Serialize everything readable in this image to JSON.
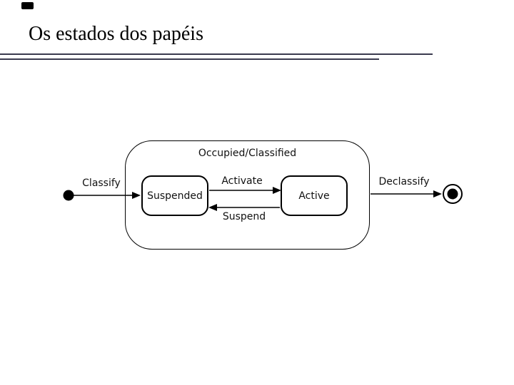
{
  "slide": {
    "title": "Os estados dos papéis"
  },
  "diagram": {
    "composite_state": {
      "label": "Occupied/Classified"
    },
    "states": {
      "suspended": {
        "label": "Suspended"
      },
      "active": {
        "label": "Active"
      }
    },
    "transitions": {
      "classify": {
        "label": "Classify"
      },
      "activate": {
        "label": "Activate"
      },
      "suspend": {
        "label": "Suspend"
      },
      "declassify": {
        "label": "Declassify"
      }
    },
    "markers": {
      "initial_state": "initial-state-filled-circle",
      "final_state": "final-state-bullseye"
    }
  },
  "colors": {
    "ink": "#000000",
    "label": "#111111",
    "rule": "#3b3b4f",
    "background": "#ffffff"
  }
}
